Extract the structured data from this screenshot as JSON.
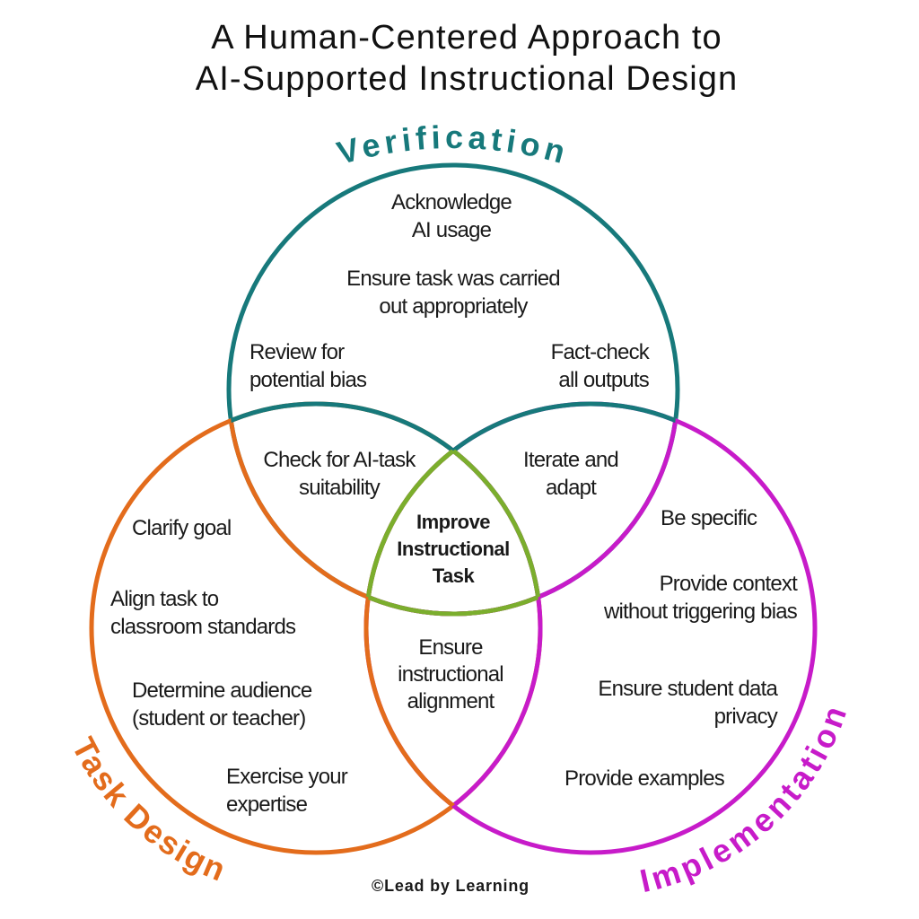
{
  "title": {
    "line1": "A Human-Centered Approach to",
    "line2": "AI-Supported Instructional Design"
  },
  "colors": {
    "verification": "#17797b",
    "task_design": "#e36c1c",
    "implementation": "#c71bc9",
    "overlap_all": "#7bae2d",
    "text": "#1a1a1a"
  },
  "verification": {
    "label": "Verification",
    "items": [
      {
        "lines": [
          "Acknowledge",
          "AI usage"
        ]
      },
      {
        "lines": [
          "Ensure task was carried",
          "out appropriately"
        ]
      },
      {
        "lines": [
          "Review for",
          "potential bias"
        ]
      },
      {
        "lines": [
          "Fact-check",
          "all outputs"
        ]
      }
    ]
  },
  "task_design": {
    "label": "Task Design",
    "items": [
      {
        "lines": [
          "Clarify goal"
        ]
      },
      {
        "lines": [
          "Align task to",
          "classroom standards"
        ]
      },
      {
        "lines": [
          "Determine audience",
          "(student or teacher)"
        ]
      },
      {
        "lines": [
          "Exercise your",
          "expertise"
        ]
      }
    ]
  },
  "implementation": {
    "label": "Implementation",
    "items": [
      {
        "lines": [
          "Be specific"
        ]
      },
      {
        "lines": [
          "Provide context",
          "without triggering bias"
        ]
      },
      {
        "lines": [
          "Ensure student data",
          "privacy"
        ]
      },
      {
        "lines": [
          "Provide examples"
        ]
      }
    ]
  },
  "overlaps": {
    "verification_task_design": {
      "lines": [
        "Check for AI-task",
        "suitability"
      ]
    },
    "verification_implementation": {
      "lines": [
        "Iterate and",
        "adapt"
      ]
    },
    "task_design_implementation": {
      "lines": [
        "Ensure",
        "instructional",
        "alignment"
      ]
    },
    "all_three": {
      "lines": [
        "Improve",
        "Instructional",
        "Task"
      ]
    }
  },
  "footer": {
    "copyright": "©Lead by Learning"
  }
}
